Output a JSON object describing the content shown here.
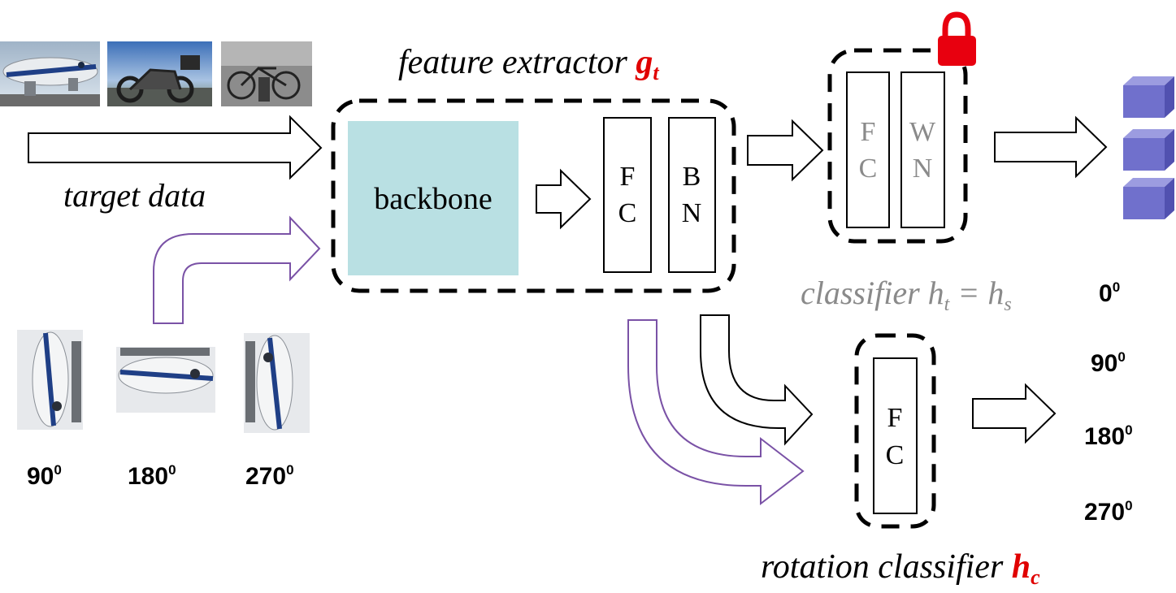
{
  "labels": {
    "feature_extractor_prefix": "feature extractor ",
    "feature_extractor_sym": "g",
    "feature_extractor_sub": "t",
    "target_data": "target data",
    "backbone": "backbone",
    "fc_letter_f": "F",
    "fc_letter_c": "C",
    "bn_letter_b": "B",
    "bn_letter_n": "N",
    "wn_letter_w": "W",
    "wn_letter_n": "N",
    "classifier_prefix": "classifier ",
    "classifier_h1": "h",
    "classifier_sub1": "t",
    "classifier_eq": " = ",
    "classifier_h2": "h",
    "classifier_sub2": "s",
    "rotation_prefix": "rotation classifier ",
    "rotation_sym": "h",
    "rotation_sub": "c"
  },
  "rotation_outputs": [
    {
      "num": "0",
      "deg": "0"
    },
    {
      "num": "90",
      "deg": "0"
    },
    {
      "num": "180",
      "deg": "0"
    },
    {
      "num": "270",
      "deg": "0"
    }
  ],
  "input_rotations": [
    {
      "num": "90",
      "deg": "0"
    },
    {
      "num": "180",
      "deg": "0"
    },
    {
      "num": "270",
      "deg": "0"
    }
  ],
  "colors": {
    "accent": "#e00000",
    "rotation_path": "#7a52a6",
    "backbone_fill": "#b9e0e3",
    "frozen_text": "#8a8a8a",
    "cube_fill": "#7070cc",
    "lock": "#e8000f"
  },
  "icons": {
    "lock": "lock-icon",
    "output": "cube-icon"
  }
}
